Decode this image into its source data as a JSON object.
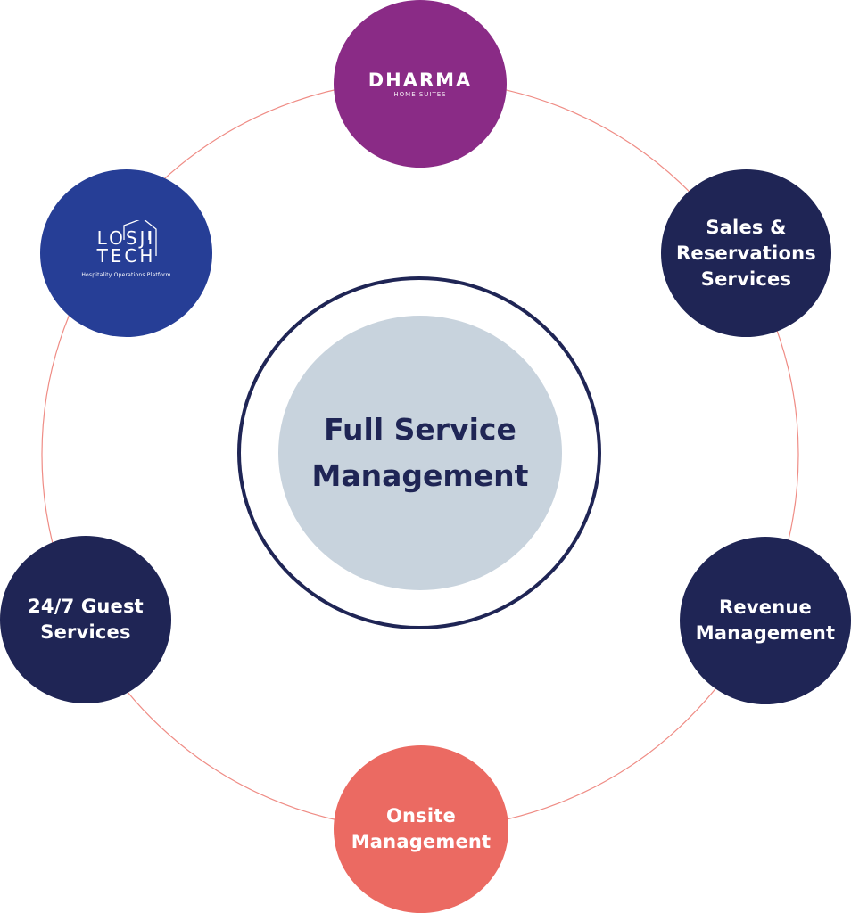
{
  "center": {
    "label": "Full Service\nManagement"
  },
  "nodes": {
    "dharma": {
      "logo_word": "DHARMA",
      "logo_sub": "HOME SUITES"
    },
    "sales": {
      "label": "Sales &\nReservations\nServices"
    },
    "revenue": {
      "label": "Revenue\nManagement"
    },
    "onsite": {
      "label": "Onsite\nManagement"
    },
    "guest": {
      "label": "24/7 Guest\nServices"
    },
    "losji": {
      "logo_line1": "LOSJI",
      "logo_line2": "TECH",
      "logo_sub": "Hospitality Operations Platform"
    }
  },
  "colors": {
    "dharma_purple": "#8a2b86",
    "navy": "#1f2555",
    "losji_blue": "#263e96",
    "coral": "#eb6a62",
    "center_grey": "#c8d3dd",
    "ring_line": "#ef8c85"
  },
  "icons": {
    "losji_mark": "house-outline-icon"
  }
}
